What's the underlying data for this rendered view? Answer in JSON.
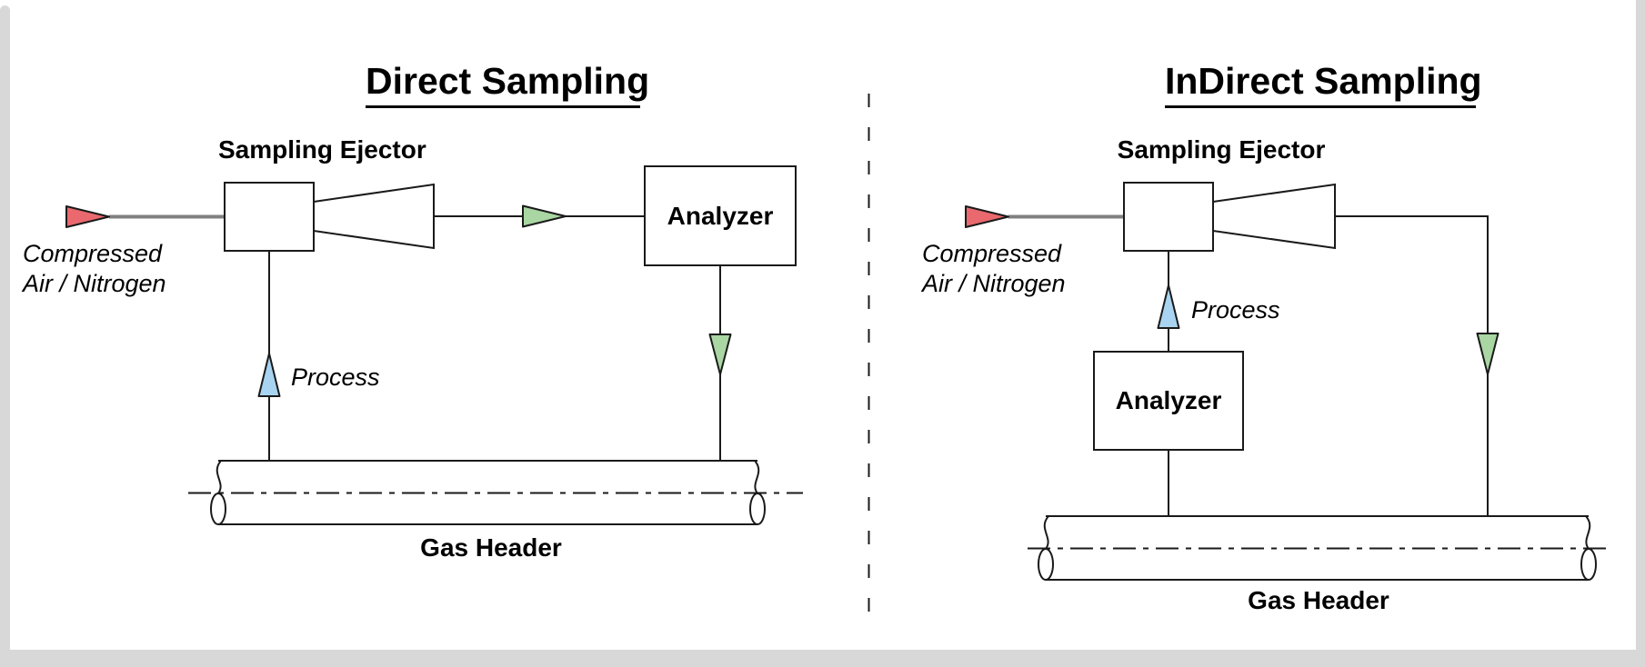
{
  "window": {
    "background": "#ffffff",
    "edge_color": "#d8d8d8"
  },
  "colors": {
    "line": "#1a1a1a",
    "text": "#000000",
    "utility_line": "#808080",
    "compressed_air_arrow": "#e9696e",
    "sample_arrow": "#a9d6a2",
    "process_arrow": "#a9d4f1"
  },
  "diagrams": [
    {
      "title": "Direct Sampling",
      "ejector_label": "Sampling Ejector",
      "analyzer_label": "Analyzer",
      "gas_header_label": "Gas Header",
      "compressed_air_line1": "Compressed",
      "compressed_air_line2": "Air / Nitrogen",
      "process_label": "Process"
    },
    {
      "title": "InDirect Sampling",
      "ejector_label": "Sampling Ejector",
      "analyzer_label": "Analyzer",
      "gas_header_label": "Gas Header",
      "compressed_air_line1": "Compressed",
      "compressed_air_line2": "Air / Nitrogen",
      "process_label": "Process"
    }
  ]
}
